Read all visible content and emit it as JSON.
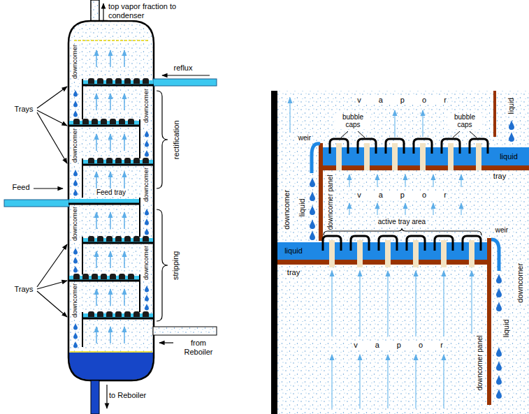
{
  "diagram": {
    "labels": [
      "top vapor fraction to condenser",
      "reflux",
      "Trays",
      "downcomer",
      "downcomer",
      "rectification",
      "downcomer",
      "Feed",
      "Feed tray",
      "downcomer",
      "stripping",
      "Trays",
      "downcomer",
      "downcomer",
      "from Reboiler",
      "downcomer",
      "to Reboiler",
      "liquid",
      "v a p o r",
      "bubble caps",
      "bubble caps",
      "weir",
      "liquid",
      "tray",
      "downcomer",
      "liquid",
      "downcomer panel",
      "v a p o r",
      "active tray area",
      "weir",
      "liquid",
      "tray",
      "downcomer",
      "liquid",
      "downcomer panel",
      "v a p o r"
    ]
  }
}
